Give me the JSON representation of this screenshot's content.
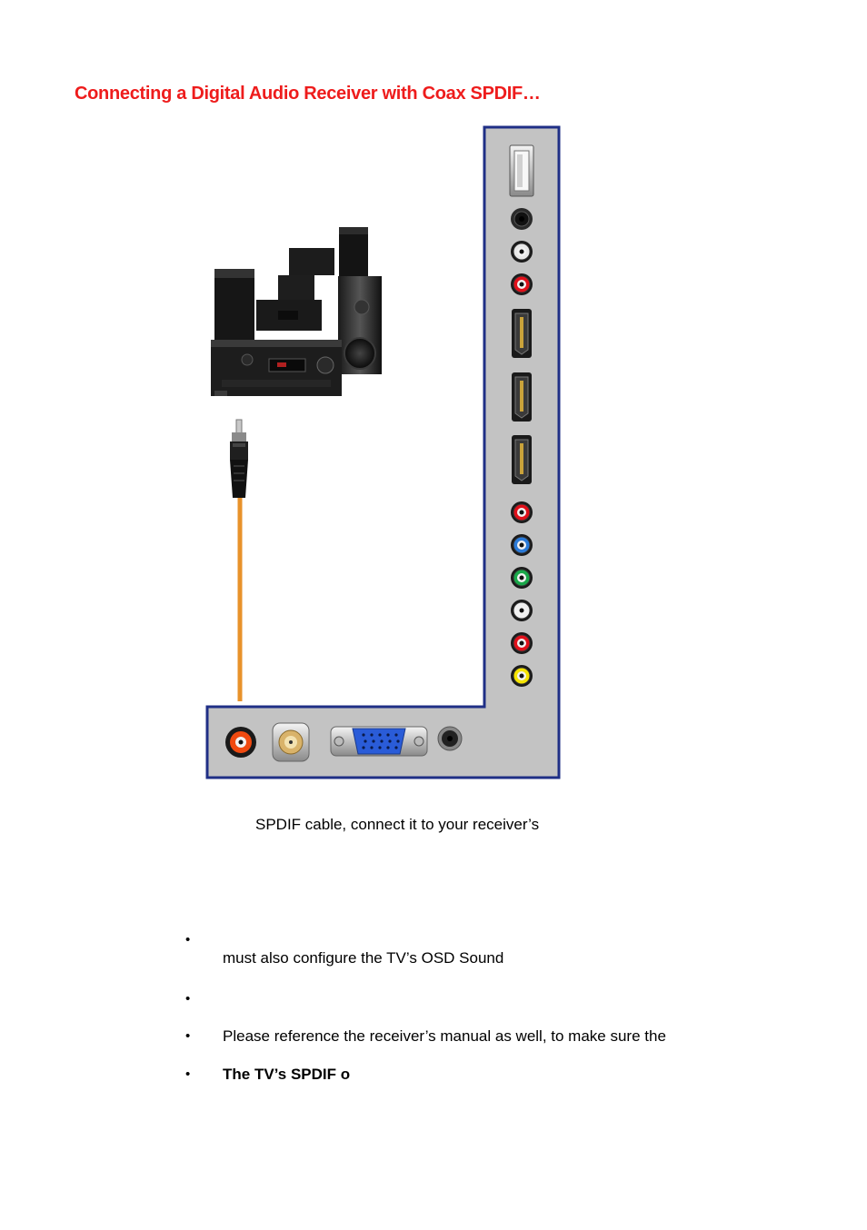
{
  "heading": "Connecting a Digital Audio Receiver with Coax SPDIF…",
  "caption": "SPDIF cable, connect it to your receiver’s",
  "bullets": [
    {
      "symbol": "•",
      "text": ""
    },
    {
      "symbol": "",
      "text": "must also configure the TV’s OSD Sound"
    },
    {
      "symbol": "•",
      "text": ""
    },
    {
      "symbol": "•",
      "text": "Please reference the receiver’s manual as well, to make sure the"
    },
    {
      "symbol": "•",
      "text": "The TV’s SPDIF o"
    }
  ],
  "diagram": {
    "panel_color": "#c3c3c3",
    "panel_border": "#1f2f86",
    "cable_color": "#e8922b",
    "side_ports": [
      {
        "icon": "usb-port-icon"
      },
      {
        "icon": "headphone-jack-icon",
        "color": "#111111"
      },
      {
        "icon": "rca-jack-icon",
        "color": "#e8e8e8"
      },
      {
        "icon": "rca-jack-icon",
        "color": "#e0101a"
      },
      {
        "icon": "hdmi-port-icon"
      },
      {
        "icon": "hdmi-port-icon"
      },
      {
        "icon": "hdmi-port-icon"
      },
      {
        "icon": "rca-jack-icon",
        "color": "#e0101a"
      },
      {
        "icon": "rca-jack-icon",
        "color": "#2a7ad8"
      },
      {
        "icon": "rca-jack-icon",
        "color": "#1aa84a"
      },
      {
        "icon": "rca-jack-icon",
        "color": "#f0f0f0"
      },
      {
        "icon": "rca-jack-icon",
        "color": "#e0101a"
      },
      {
        "icon": "rca-jack-icon",
        "color": "#f5e400"
      }
    ],
    "bottom_ports": [
      {
        "icon": "spdif-coax-jack-icon",
        "color": "#f04a10"
      },
      {
        "icon": "antenna-connector-icon",
        "color": "#d9b36a"
      },
      {
        "icon": "vga-port-icon",
        "color": "#2a5cd8"
      },
      {
        "icon": "pc-audio-jack-icon",
        "color": "#222222"
      }
    ]
  }
}
